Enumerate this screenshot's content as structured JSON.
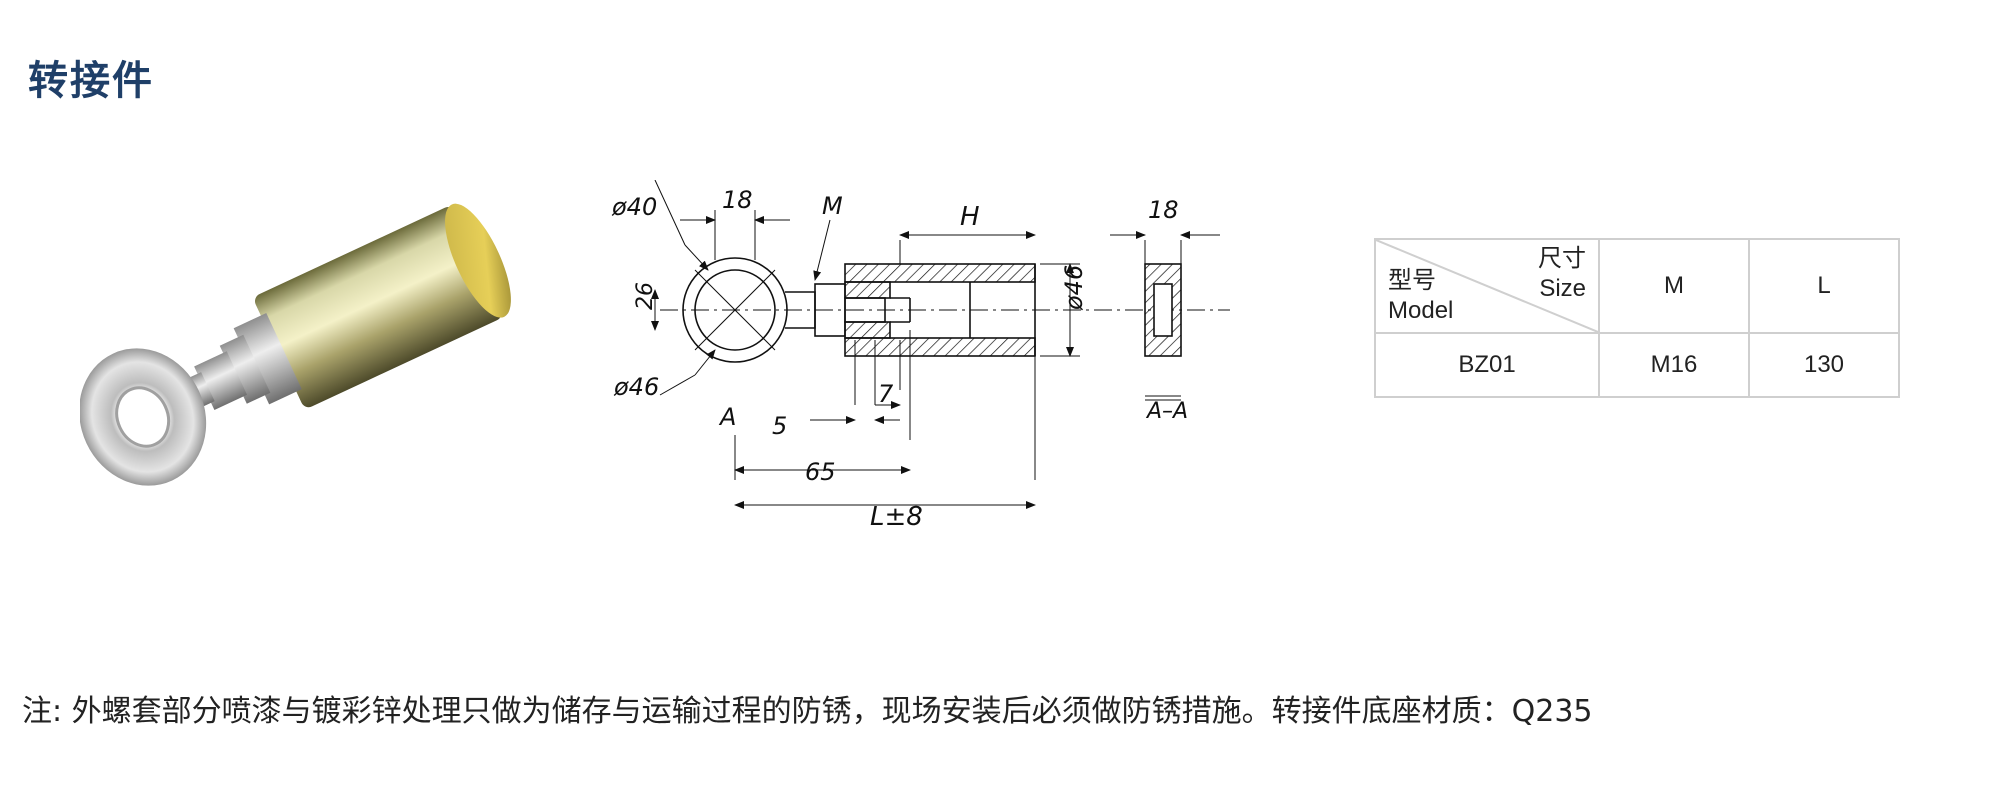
{
  "page": {
    "title": "转接件"
  },
  "drawing": {
    "dim_d40": "ø40",
    "dim_18_top": "18",
    "dim_M": "M",
    "dim_H": "H",
    "dim_18_side": "18",
    "dim_26": "26",
    "dim_d46_left": "ø46",
    "dim_d46_right": "ø46",
    "section_A": "A",
    "dim_5": "5",
    "dim_7": "7",
    "dim_65": "65",
    "dim_L": "L±8",
    "section_AA": "A–A"
  },
  "table": {
    "header_size_cn": "尺寸",
    "header_size_en": "Size",
    "header_model_cn": "型号",
    "header_model_en": "Model",
    "columns": [
      "M",
      "L"
    ],
    "rows": [
      {
        "model": "BZ01",
        "M": "M16",
        "L": "130"
      }
    ]
  },
  "note": "注: 外螺套部分喷漆与镀彩锌处理只做为储存与运输过程的防锈，现场安装后必须做防锈措施。转接件底座材质：Q235"
}
